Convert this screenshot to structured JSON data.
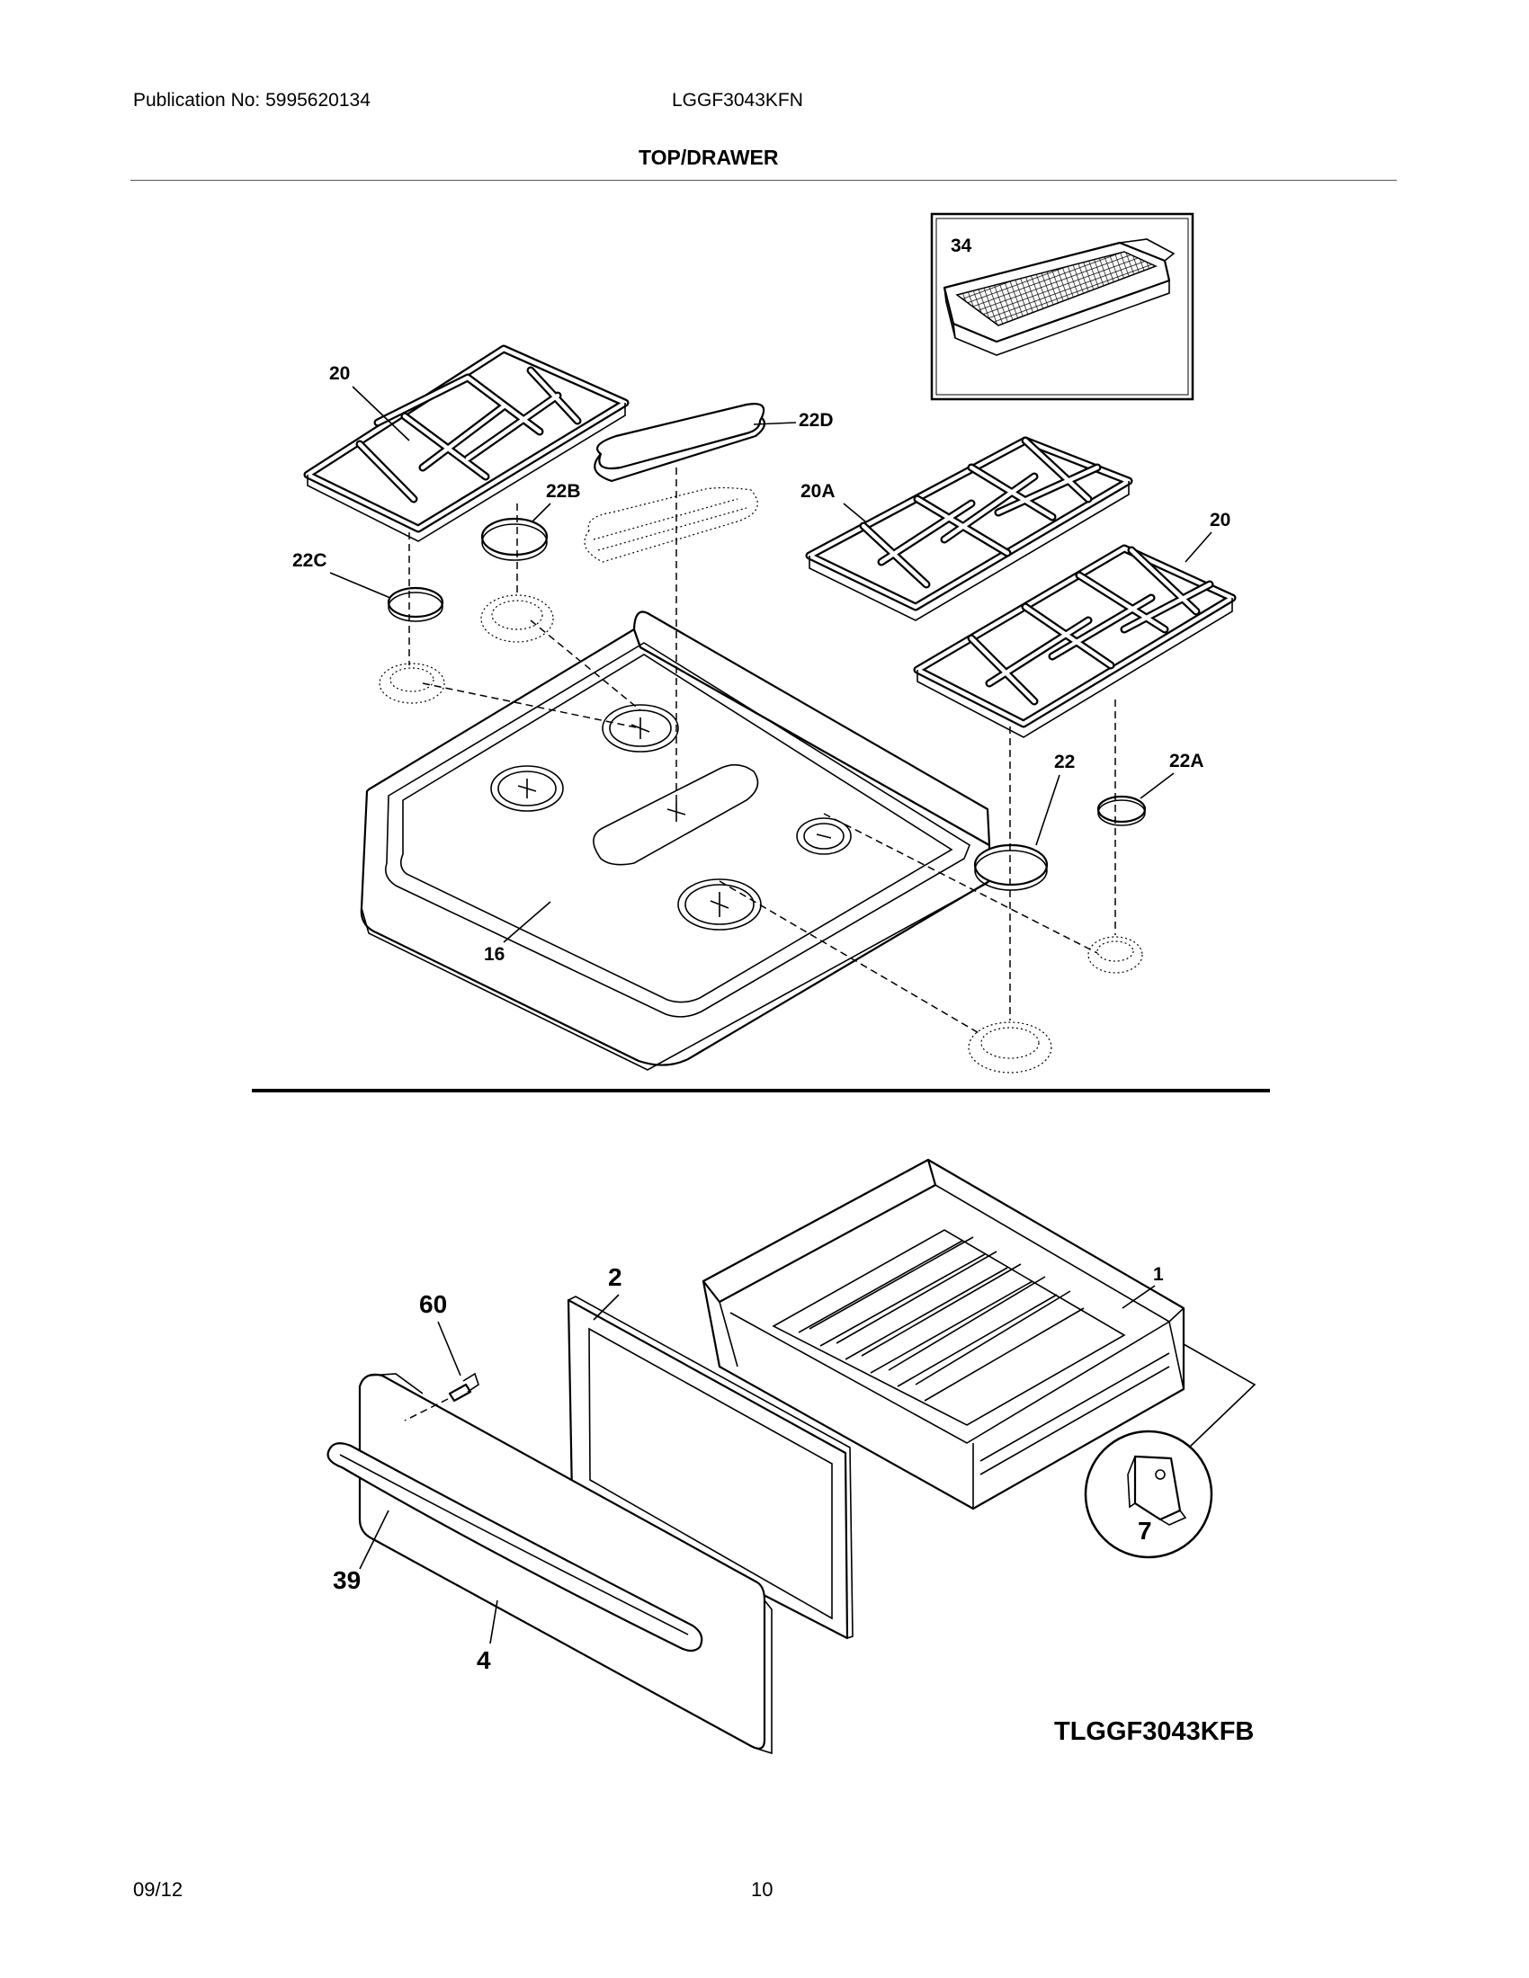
{
  "header": {
    "publication": "Publication No: 5995620134",
    "model": "LGGF3043KFN",
    "section_title": "TOP/DRAWER"
  },
  "callouts": {
    "c34": "34",
    "c20_left": "20",
    "c22D": "22D",
    "c22B": "22B",
    "c20A": "20A",
    "c20_right": "20",
    "c22C": "22C",
    "c22": "22",
    "c22A": "22A",
    "c16": "16",
    "c1": "1",
    "c2": "2",
    "c60": "60",
    "c7": "7",
    "c39": "39",
    "c4": "4"
  },
  "drawing_id": "TLGGF3043KFB",
  "footer": {
    "date": "09/12",
    "page": "10"
  }
}
